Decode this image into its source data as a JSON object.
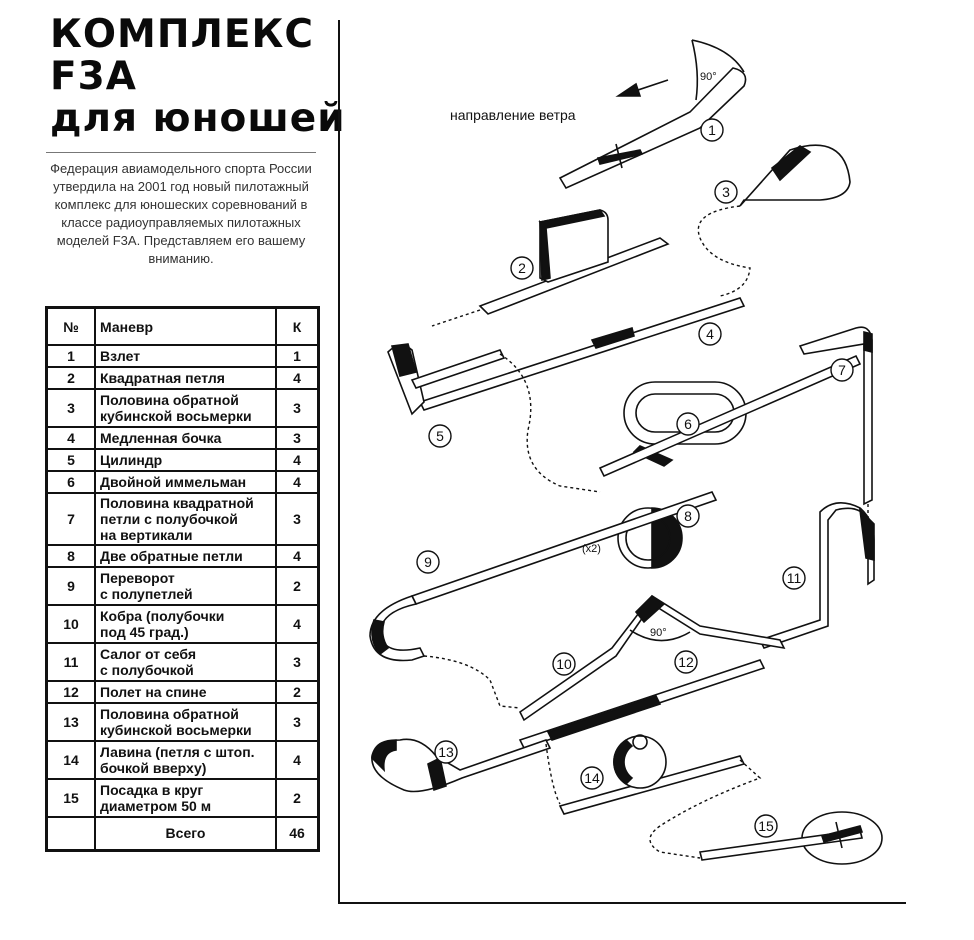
{
  "title": {
    "line1": "КОМПЛЕКС",
    "line2": "F3A",
    "line3": "для юношей"
  },
  "intro": "Федерация авиамодельного спорта России утвердила на 2001 год новый пилотажный комплекс для юношеских соревнований в классе радиоуправляемых пилотажных моделей F3A. Представляем его вашему вниманию.",
  "table": {
    "headers": {
      "num": "№",
      "maneuver": "Маневр",
      "k": "К"
    },
    "rows": [
      {
        "num": "1",
        "lines": [
          "Взлет"
        ],
        "k": "1"
      },
      {
        "num": "2",
        "lines": [
          "Квадратная петля"
        ],
        "k": "4"
      },
      {
        "num": "3",
        "lines": [
          "Половина обратной",
          "кубинской восьмерки"
        ],
        "k": "3"
      },
      {
        "num": "4",
        "lines": [
          "Медленная бочка"
        ],
        "k": "3"
      },
      {
        "num": "5",
        "lines": [
          "Цилиндр"
        ],
        "k": "4"
      },
      {
        "num": "6",
        "lines": [
          "Двойной иммельман"
        ],
        "k": "4"
      },
      {
        "num": "7",
        "lines": [
          "Половина квадратной",
          "петли с полубочкой",
          "на вертикали"
        ],
        "k": "3"
      },
      {
        "num": "8",
        "lines": [
          "Две обратные петли"
        ],
        "k": "4"
      },
      {
        "num": "9",
        "lines": [
          "Переворот",
          "с полупетлей"
        ],
        "k": "2"
      },
      {
        "num": "10",
        "lines": [
          "Кобра (полубочки",
          "под 45 град.)"
        ],
        "k": "4"
      },
      {
        "num": "11",
        "lines": [
          "Салог от себя",
          "с полубочкой"
        ],
        "k": "3"
      },
      {
        "num": "12",
        "lines": [
          "Полет на спине"
        ],
        "k": "2"
      },
      {
        "num": "13",
        "lines": [
          "Половина обратной",
          "кубинской восьмерки"
        ],
        "k": "3"
      },
      {
        "num": "14",
        "lines": [
          "Лавина (петля с штоп.",
          "бочкой вверху)"
        ],
        "k": "4"
      },
      {
        "num": "15",
        "lines": [
          "Посадка в круг",
          "диаметром 50 м"
        ],
        "k": "2"
      }
    ],
    "total": {
      "label": "Всего",
      "value": "46"
    }
  },
  "diagram": {
    "wind_label": "направление ветра",
    "angle_top": "90°",
    "angle_cobra": "90°",
    "loops_count": "(x2)",
    "markers": [
      "1",
      "2",
      "3",
      "4",
      "5",
      "6",
      "7",
      "8",
      "9",
      "10",
      "11",
      "12",
      "13",
      "14",
      "15"
    ]
  }
}
